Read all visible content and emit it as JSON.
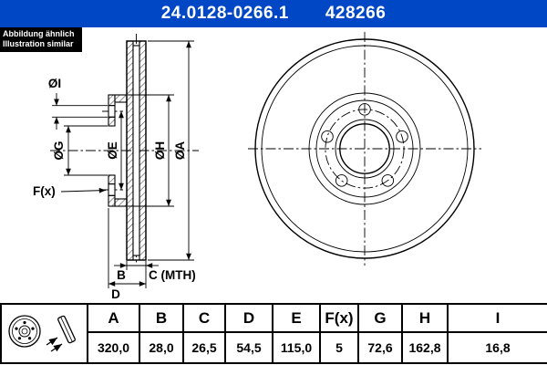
{
  "header": {
    "part_number": "24.0128-0266.1",
    "reference_number": "428266"
  },
  "note": {
    "line1": "Abbildung ähnlich",
    "line2": "Illustration similar"
  },
  "colors": {
    "accent_blue": "#0047c6",
    "line_color": "#000000"
  },
  "drawing": {
    "dim_labels": {
      "a": "ØA",
      "h": "ØH",
      "e": "ØE",
      "g": "ØG",
      "i": "ØI",
      "f": "F(x)",
      "b": "B",
      "c": "C (MTH)",
      "d": "D"
    }
  },
  "table": {
    "headers": [
      "A",
      "B",
      "C",
      "D",
      "E",
      "F(x)",
      "G",
      "H",
      "I"
    ],
    "values": [
      "320,0",
      "28,0",
      "26,5",
      "54,5",
      "115,0",
      "5",
      "72,6",
      "162,8",
      "16,8"
    ]
  }
}
